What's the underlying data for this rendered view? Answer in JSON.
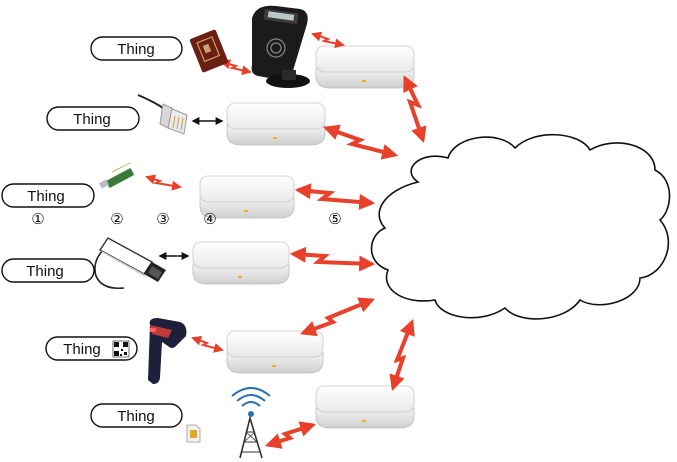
{
  "things": [
    {
      "label": "Thing",
      "device": "nfc-card-reader"
    },
    {
      "label": "Thing",
      "device": "ethernet-cable"
    },
    {
      "label": "Thing",
      "device": "usb-stick"
    },
    {
      "label": "Thing",
      "device": "usb-drive"
    },
    {
      "label": "Thing",
      "device": "barcode-scanner"
    },
    {
      "label": "Thing",
      "device": "sim-card-cell-tower"
    }
  ],
  "steps": [
    "①",
    "②",
    "③",
    "④",
    "⑤"
  ],
  "colors": {
    "wireless_arrow": "#e8402a",
    "wired_arrow": "#111111",
    "gateway_body": "#f3f3f3",
    "gateway_led": "#f0b020",
    "cloud_fill": "#ffffff",
    "cloud_stroke": "#111111"
  }
}
